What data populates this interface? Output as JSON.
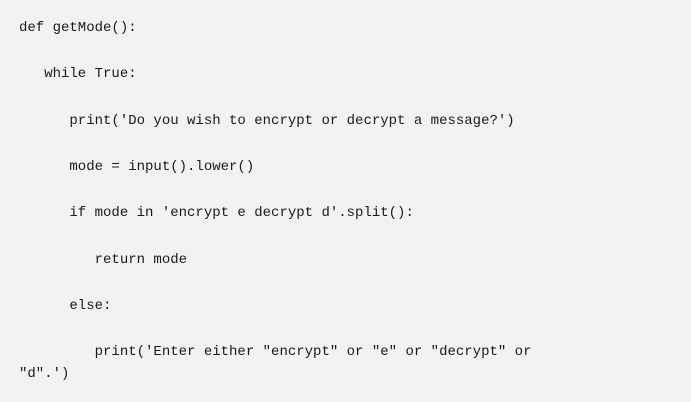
{
  "code": {
    "lines": [
      "def getMode():",
      "   while True:",
      "      print('Do you wish to encrypt or decrypt a message?')",
      "      mode = input().lower()",
      "      if mode in 'encrypt e decrypt d'.split():",
      "         return mode",
      "      else:",
      "         print('Enter either \"encrypt\" or \"e\" or \"decrypt\" or",
      "\"d\".')"
    ]
  }
}
